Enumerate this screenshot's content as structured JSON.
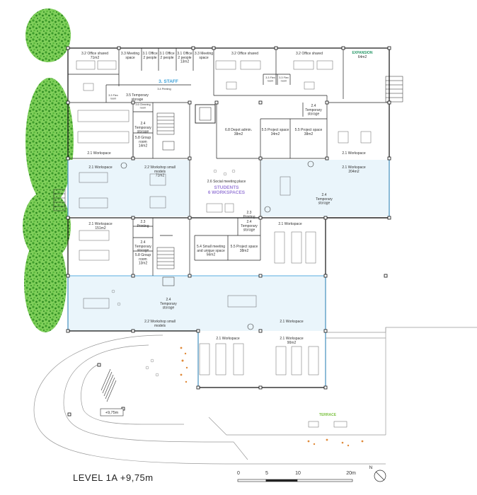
{
  "title": "LEVEL 1A +9,75m",
  "elevation_tag": "+9,75m",
  "north": "N",
  "scale": {
    "labels": [
      "0",
      "5",
      "10",
      "20m"
    ]
  },
  "zones": {
    "staff": "3. STAFF",
    "students": "STUDENTS",
    "students_sub": "6 WORKSPACES",
    "expansion": "EXPANSION",
    "expansion_area": "64m2",
    "terrace": "TERRACE"
  },
  "colors": {
    "staff": "#3aa0d8",
    "students": "#9b7fd8",
    "expansion": "#2c9a6a",
    "terrace": "#7cc242",
    "workspace_fill": "#eaf5fb",
    "wall": "#111111",
    "glass": "#5aaee0"
  },
  "rooms": [
    {
      "id": "r1",
      "lines": [
        "3.2 Office shared",
        "71m2"
      ]
    },
    {
      "id": "r2",
      "lines": [
        "3.3 Meeting",
        "space"
      ]
    },
    {
      "id": "r3",
      "lines": [
        "3.1 Office",
        "2 people"
      ]
    },
    {
      "id": "r4",
      "lines": [
        "3.1 Office",
        "2 people"
      ]
    },
    {
      "id": "r5",
      "lines": [
        "3.1 Office",
        "2 people",
        "13m2"
      ]
    },
    {
      "id": "r6",
      "lines": [
        "3.3 Meeting",
        "space"
      ]
    },
    {
      "id": "r7",
      "lines": [
        "3.2 Office shared"
      ]
    },
    {
      "id": "r8",
      "lines": [
        "3.2 Office shared"
      ]
    },
    {
      "id": "r9",
      "lines": [
        "3.3 Flex",
        "room"
      ]
    },
    {
      "id": "r10",
      "lines": [
        "3.3 Flex",
        "room"
      ]
    },
    {
      "id": "r11",
      "lines": [
        "3.3 Flex",
        "room"
      ]
    },
    {
      "id": "r12",
      "lines": [
        "3.5 Temporary",
        "storage"
      ]
    },
    {
      "id": "r13",
      "lines": [
        "3.4 Printing"
      ]
    },
    {
      "id": "r14",
      "lines": [
        "2.4",
        "Temporary",
        "storage"
      ]
    },
    {
      "id": "r15",
      "lines": [
        "3.6 Cleaning",
        "room"
      ]
    },
    {
      "id": "r16",
      "lines": [
        "2.4",
        "Temporary",
        "storage"
      ]
    },
    {
      "id": "r17",
      "lines": [
        "5.8 Group",
        "room",
        "14m2"
      ]
    },
    {
      "id": "r18",
      "lines": [
        "6.8 Depot admin.",
        "38m2"
      ]
    },
    {
      "id": "r19",
      "lines": [
        "5.5 Project space",
        "34m2"
      ]
    },
    {
      "id": "r20",
      "lines": [
        "5.5 Project space",
        "38m2"
      ]
    },
    {
      "id": "r21",
      "lines": [
        "2.1 Workspace"
      ]
    },
    {
      "id": "r22",
      "lines": [
        "2.1 Workspace"
      ]
    },
    {
      "id": "r23",
      "lines": [
        "2.1 Workspace"
      ]
    },
    {
      "id": "r24",
      "lines": [
        "2.2 Workshop small",
        "models",
        "71m2"
      ]
    },
    {
      "id": "r25",
      "lines": [
        "2.6 Social meeting place"
      ]
    },
    {
      "id": "r26",
      "lines": [
        "2.1 Workspace",
        "204m2"
      ]
    },
    {
      "id": "r27",
      "lines": [
        "2.4",
        "Temporary",
        "storage"
      ]
    },
    {
      "id": "r28",
      "lines": [
        "2.1 Workspace",
        "151m2"
      ]
    },
    {
      "id": "r29",
      "lines": [
        "2.3",
        "Printing"
      ]
    },
    {
      "id": "r30",
      "lines": [
        "2.3",
        "Printing"
      ]
    },
    {
      "id": "r31",
      "lines": [
        "2.4",
        "Temporary",
        "storage"
      ]
    },
    {
      "id": "r32",
      "lines": [
        "2.1 Workspace"
      ]
    },
    {
      "id": "r33",
      "lines": [
        "2.4",
        "Temporary",
        "storage"
      ]
    },
    {
      "id": "r34",
      "lines": [
        "5.8 Group",
        "room",
        "13m2"
      ]
    },
    {
      "id": "r35",
      "lines": [
        "5.4 Small meeting",
        "and unique space",
        "56m2"
      ]
    },
    {
      "id": "r36",
      "lines": [
        "5.5 Project space",
        "38m2"
      ]
    },
    {
      "id": "r37",
      "lines": [
        "2.4",
        "Temporary",
        "storage"
      ]
    },
    {
      "id": "r38",
      "lines": [
        "2.2 Workshop small",
        "models"
      ]
    },
    {
      "id": "r39",
      "lines": [
        "2.1 Workspace"
      ]
    },
    {
      "id": "r40",
      "lines": [
        "2.1 Workspace"
      ]
    },
    {
      "id": "r41",
      "lines": [
        "2.1 Workspace",
        "90m2"
      ]
    }
  ]
}
